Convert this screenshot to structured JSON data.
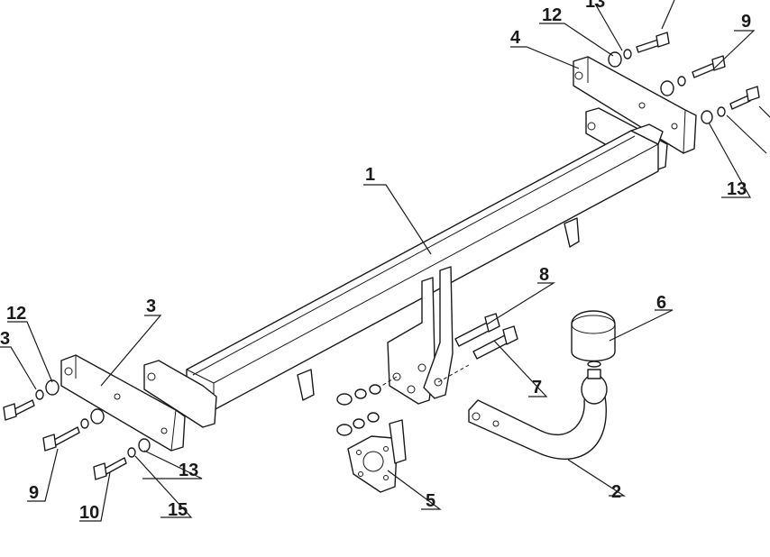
{
  "callouts": {
    "beam": "1",
    "ball_neck": "2",
    "left_bracket": "3",
    "left_bolt_partial": "3",
    "right_bracket": "4",
    "socket_plate": "5",
    "tow_ball_cap": "6",
    "long_bolt_7": "7",
    "long_bolt_8": "8",
    "bolt_9_left": "9",
    "bolt_9_right": "9",
    "bolt_10": "10",
    "washer_12_left": "12",
    "washer_12_right": "12",
    "spring_washer_13_left": "13",
    "spring_washer_13_right_top": "13",
    "spring_washer_13_right_bottom": "13",
    "washer_15": "15"
  }
}
